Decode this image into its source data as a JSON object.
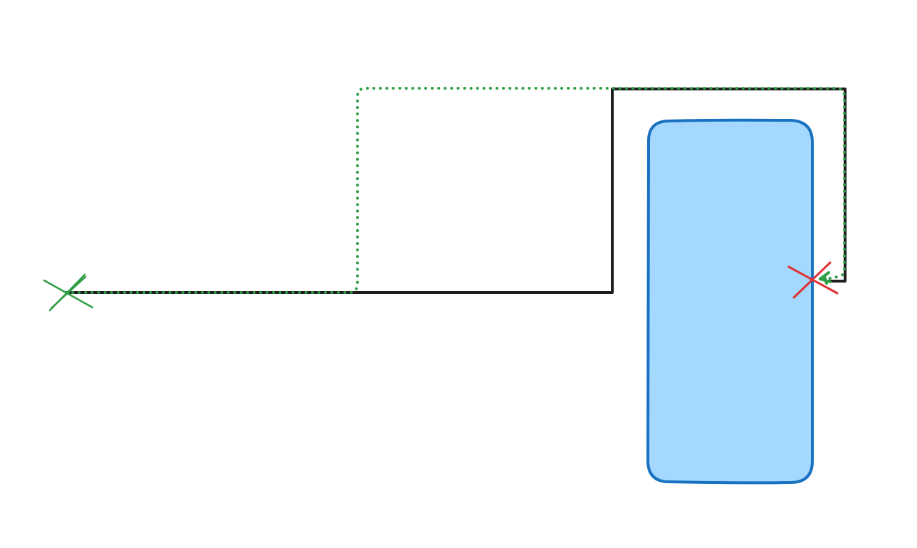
{
  "diagram": {
    "background_color": "#ffffff",
    "elements": {
      "obstacle": {
        "shape": "rounded-rectangle",
        "fill": "#a5d8ff",
        "stroke": "#1971c2"
      },
      "orthogonal_route": {
        "style": "solid",
        "color": "#1e1e1e"
      },
      "rounded_route": {
        "style": "dotted",
        "color": "#2f9e44",
        "arrowhead": "arrow"
      },
      "start_marker": {
        "shape": "cross",
        "color": "#2f9e44"
      },
      "end_marker": {
        "shape": "cross",
        "color": "#e03131"
      }
    }
  }
}
